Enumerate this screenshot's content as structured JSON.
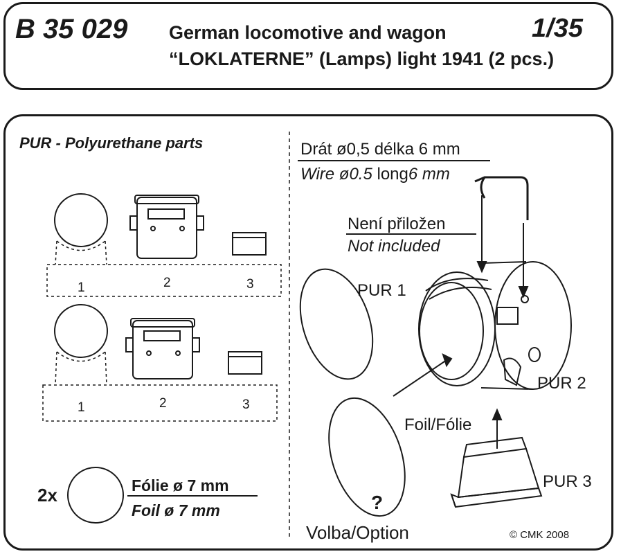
{
  "header": {
    "code": "B 35 029",
    "title_line1": "German locomotive and wagon",
    "scale": "1/35",
    "title_line2": "“LOKLATERNE” (Lamps) light 1941 (2 pcs.)"
  },
  "left_panel": {
    "section_title": "PUR - Polyurethane parts",
    "set1_numbers": [
      "1",
      "2",
      "3"
    ],
    "set2_numbers": [
      "1",
      "2",
      "3"
    ],
    "foil_quantity": "2x",
    "foil_cz": "Fólie ø 7 mm",
    "foil_en": "Foil ø 7 mm"
  },
  "right_panel": {
    "wire_cz": "Drát ø0,5 délka 6 mm",
    "wire_en_prefix": "Wire ø0.5",
    "wire_en_middle": " long",
    "wire_en_suffix": "6 mm",
    "not_included_cz": "Není přiložen",
    "not_included_en": "Not included",
    "pur1": "PUR 1",
    "pur2": "PUR 2",
    "pur3": "PUR 3",
    "foil_label": "Foil/Fólie",
    "question_mark": "?",
    "option": "Volba/Option",
    "copyright": "© CMK 2008"
  }
}
